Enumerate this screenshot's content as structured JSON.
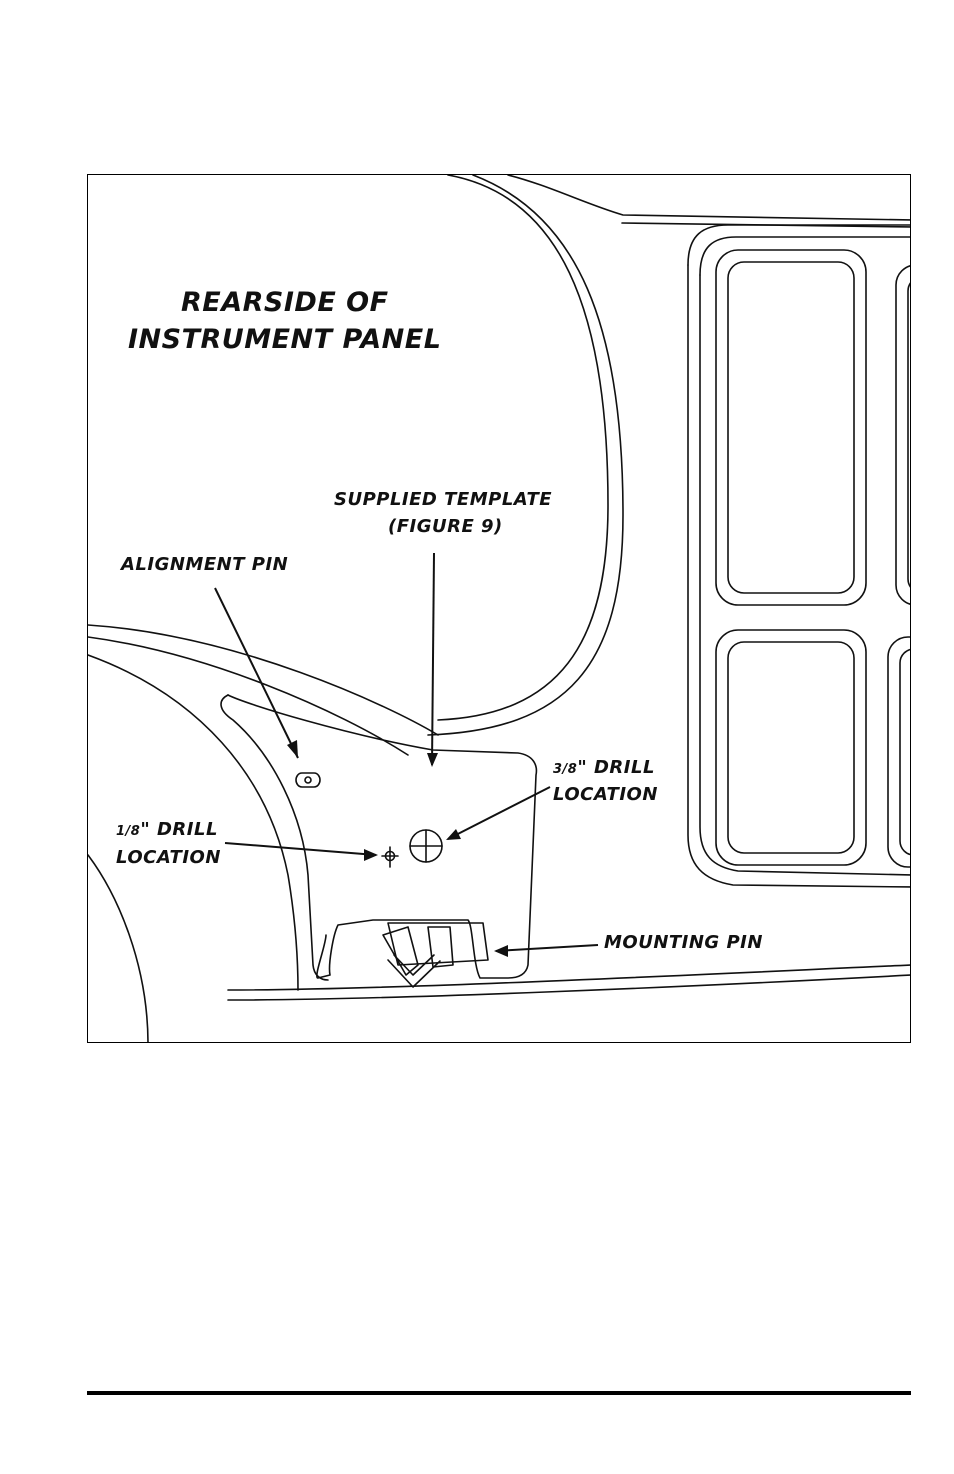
{
  "figure": {
    "title_line1": "REARSIDE OF",
    "title_line2": "INSTRUMENT PANEL",
    "template_line1": "SUPPLIED TEMPLATE",
    "template_line2": "(FIGURE 9)",
    "alignment_pin": "ALIGNMENT PIN",
    "drill_large_fraction": "3/8",
    "drill_large_label": "\" DRILL",
    "drill_large_location": "LOCATION",
    "drill_small_fraction": "1/8",
    "drill_small_label": "\" DRILL",
    "drill_small_location": "LOCATION",
    "mounting_pin": "MOUNTING PIN"
  }
}
